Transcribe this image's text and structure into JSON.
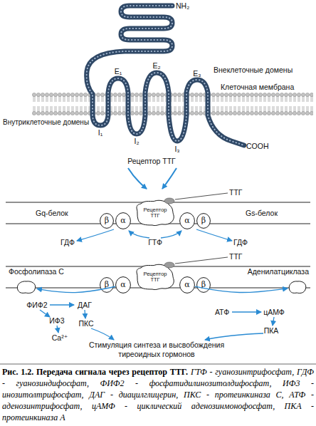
{
  "diagram": {
    "caption": "Рис. 1.2. Передача сигнала через рецептор ТТГ.",
    "nodes": [
      {
        "text": [
          "β"
        ]
      },
      {
        "text": [
          "α"
        ]
      },
      {
        "text": [
          "Рецептор ТТГ"
        ]
      },
      {
        "text": [
          "α"
        ]
      },
      {
        "text": [
          "β"
        ]
      },
      {
        "text": [
          "Фосфолипаза С"
        ]
      },
      {
        "text": [
          "β"
        ]
      },
      {
        "text": [
          "α"
        ]
      },
      {
        "text": [
          "Рецептор ТТГ"
        ]
      },
      {
        "text": [
          "α"
        ]
      },
      {
        "text": [
          "β"
        ]
      },
      {
        "text": [
          "Аденилатциклаза"
        ]
      }
    ],
    "edges": [
      {
        "from": 7,
        "to": 5,
        "arrow": "to"
      },
      {
        "from": 9,
        "to": 11,
        "arrow": "to"
      }
    ],
    "labels": [
      "NH₂",
      "E₁",
      "E₂",
      "E₃",
      "Внеклеточные домены",
      "Клеточная мембрана",
      "Внутриклеточные домены",
      "I₁",
      "I₂",
      "I₃",
      "COOH",
      "Рецептор ТТГ",
      "ТТГ",
      "Gq-белок",
      "Gs-белок",
      "ГДФ",
      "ГТФ",
      "ГДФ",
      "ТТГ",
      "ФИФ2",
      "ДАГ",
      "ИФ3",
      "ПКС",
      "Ca²⁺",
      "АТФ",
      "цАМФ",
      "ПКА",
      "Стимуляция синтеза и высвобождения тиреоидных гормонов",
      "ГТФ - гуанозинтрифосфат, ГДФ - гуанозиндифосфат, ФИФ2 - фосфатидилинозитолдифосфат, ИФ3 - инозитолтрифосфат, ДАГ - диацилглицерин, ПКС - протеинкиназа С, АТФ - аденозинтрифосфат, цАМФ - циклический аденозинмонофосфат, ПКА - протеинкиназа А"
    ]
  }
}
